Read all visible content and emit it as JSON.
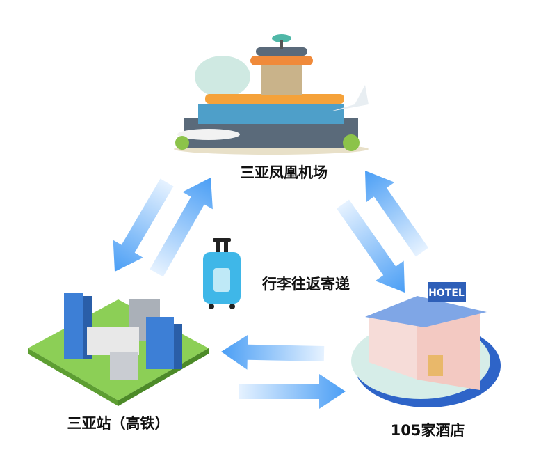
{
  "nodes": {
    "airport": {
      "label": "三亚凤凰机场"
    },
    "station": {
      "label": "三亚站（高铁）"
    },
    "hotel": {
      "label": "105家酒店",
      "sign": "HOTEL"
    }
  },
  "center": {
    "label": "行李往返寄递"
  },
  "colors": {
    "arrow": "#4a9ef5",
    "arrow_light": "#dbeeff",
    "suitcase": "#3fb7e8"
  }
}
